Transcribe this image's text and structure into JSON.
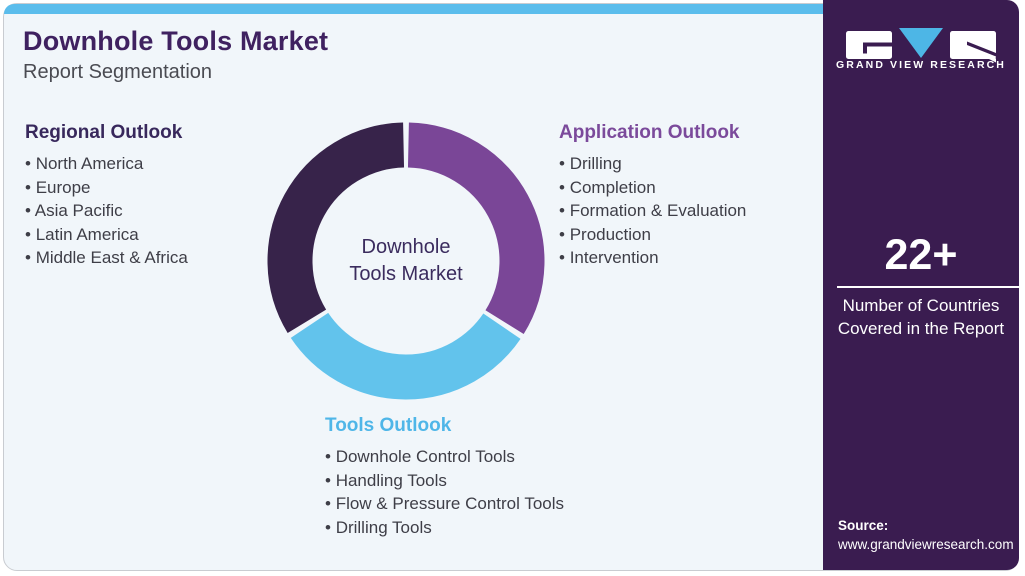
{
  "header": {
    "title": "Downhole Tools Market",
    "subtitle": "Report Segmentation"
  },
  "sections": {
    "regional": {
      "heading": "Regional Outlook",
      "items": [
        "North America",
        "Europe",
        "Asia Pacific",
        "Latin America",
        "Middle East & Africa"
      ]
    },
    "application": {
      "heading": "Application Outlook",
      "items": [
        "Drilling",
        "Completion",
        "Formation & Evaluation",
        "Production",
        "Intervention"
      ]
    },
    "tools": {
      "heading": "Tools Outlook",
      "items": [
        "Downhole Control Tools",
        "Handling Tools",
        "Flow & Pressure Control Tools",
        "Drilling Tools"
      ]
    }
  },
  "donut": {
    "type": "donut",
    "center_label": [
      "Downhole",
      "Tools Market"
    ],
    "gap_deg": 2.4,
    "segments": [
      {
        "name": "application-outlook",
        "color": "#7a4697",
        "start_deg": 0,
        "end_deg": 123
      },
      {
        "name": "tools-outlook",
        "color": "#62c3ec",
        "start_deg": 123,
        "end_deg": 237.5
      },
      {
        "name": "regional-outlook",
        "color": "#37234a",
        "start_deg": 237.5,
        "end_deg": 360
      }
    ]
  },
  "sidebar": {
    "brand_name": "GRAND VIEW RESEARCH",
    "stat": {
      "value": "22+",
      "caption_line1": "Number of Countries",
      "caption_line2": "Covered in the Report"
    },
    "source": {
      "label": "Source:",
      "url": "www.grandviewresearch.com"
    }
  },
  "colors": {
    "accent_blue": "#5bbdec",
    "title_purple": "#3f2160",
    "sidebar_bg": "#3a1c50",
    "panel_bg": "#f1f6fa",
    "heading_regional": "#38285c",
    "heading_application": "#7b4a9b",
    "heading_tools": "#4fb6e8",
    "body_text": "#3e3e47"
  }
}
